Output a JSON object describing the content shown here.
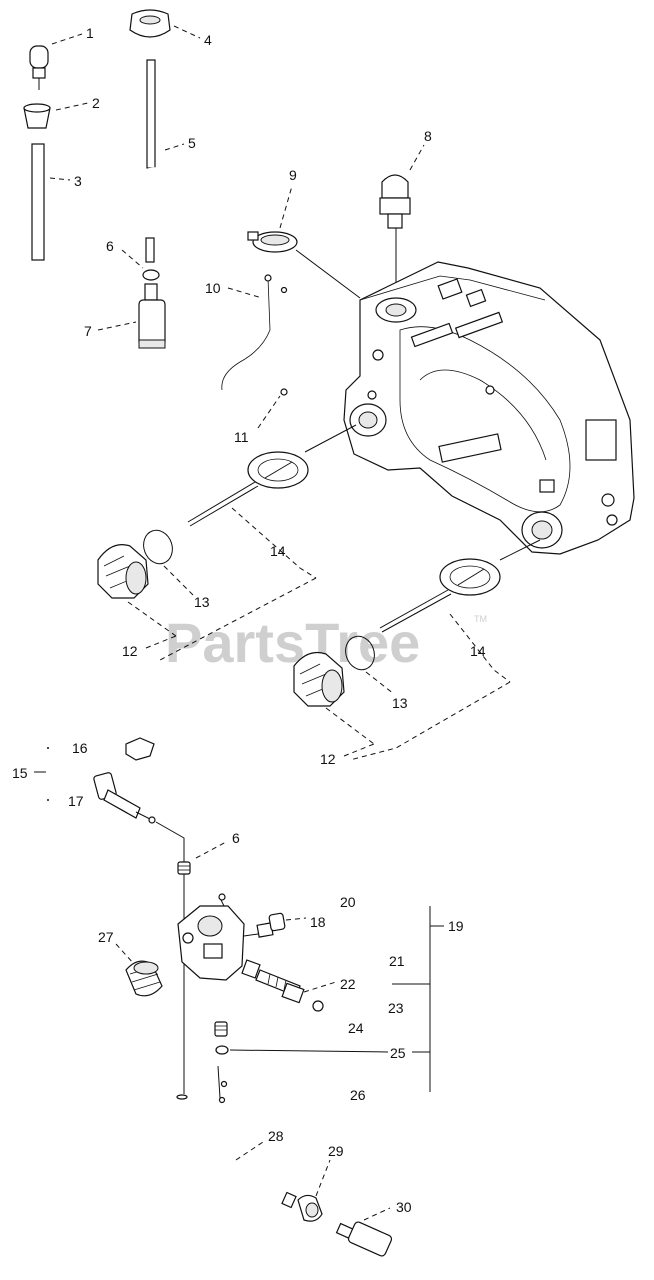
{
  "watermark": {
    "text": "PartsTree",
    "tm": "TM"
  },
  "callouts": {
    "c1": "1",
    "c2": "2",
    "c3": "3",
    "c4": "4",
    "c5": "5",
    "c6a": "6",
    "c6b": "6",
    "c7": "7",
    "c8": "8",
    "c9": "9",
    "c10": "10",
    "c11": "11",
    "c12a": "12",
    "c12b": "12",
    "c13a": "13",
    "c13b": "13",
    "c14a": "14",
    "c14b": "14",
    "c15": "15",
    "c16": "16",
    "c17": "17",
    "c18": "18",
    "c19": "19",
    "c20": "20",
    "c21": "21",
    "c22": "22",
    "c23": "23",
    "c24": "24",
    "c25": "25",
    "c26": "26",
    "c27": "27",
    "c28": "28",
    "c29": "29",
    "c30": "30"
  }
}
